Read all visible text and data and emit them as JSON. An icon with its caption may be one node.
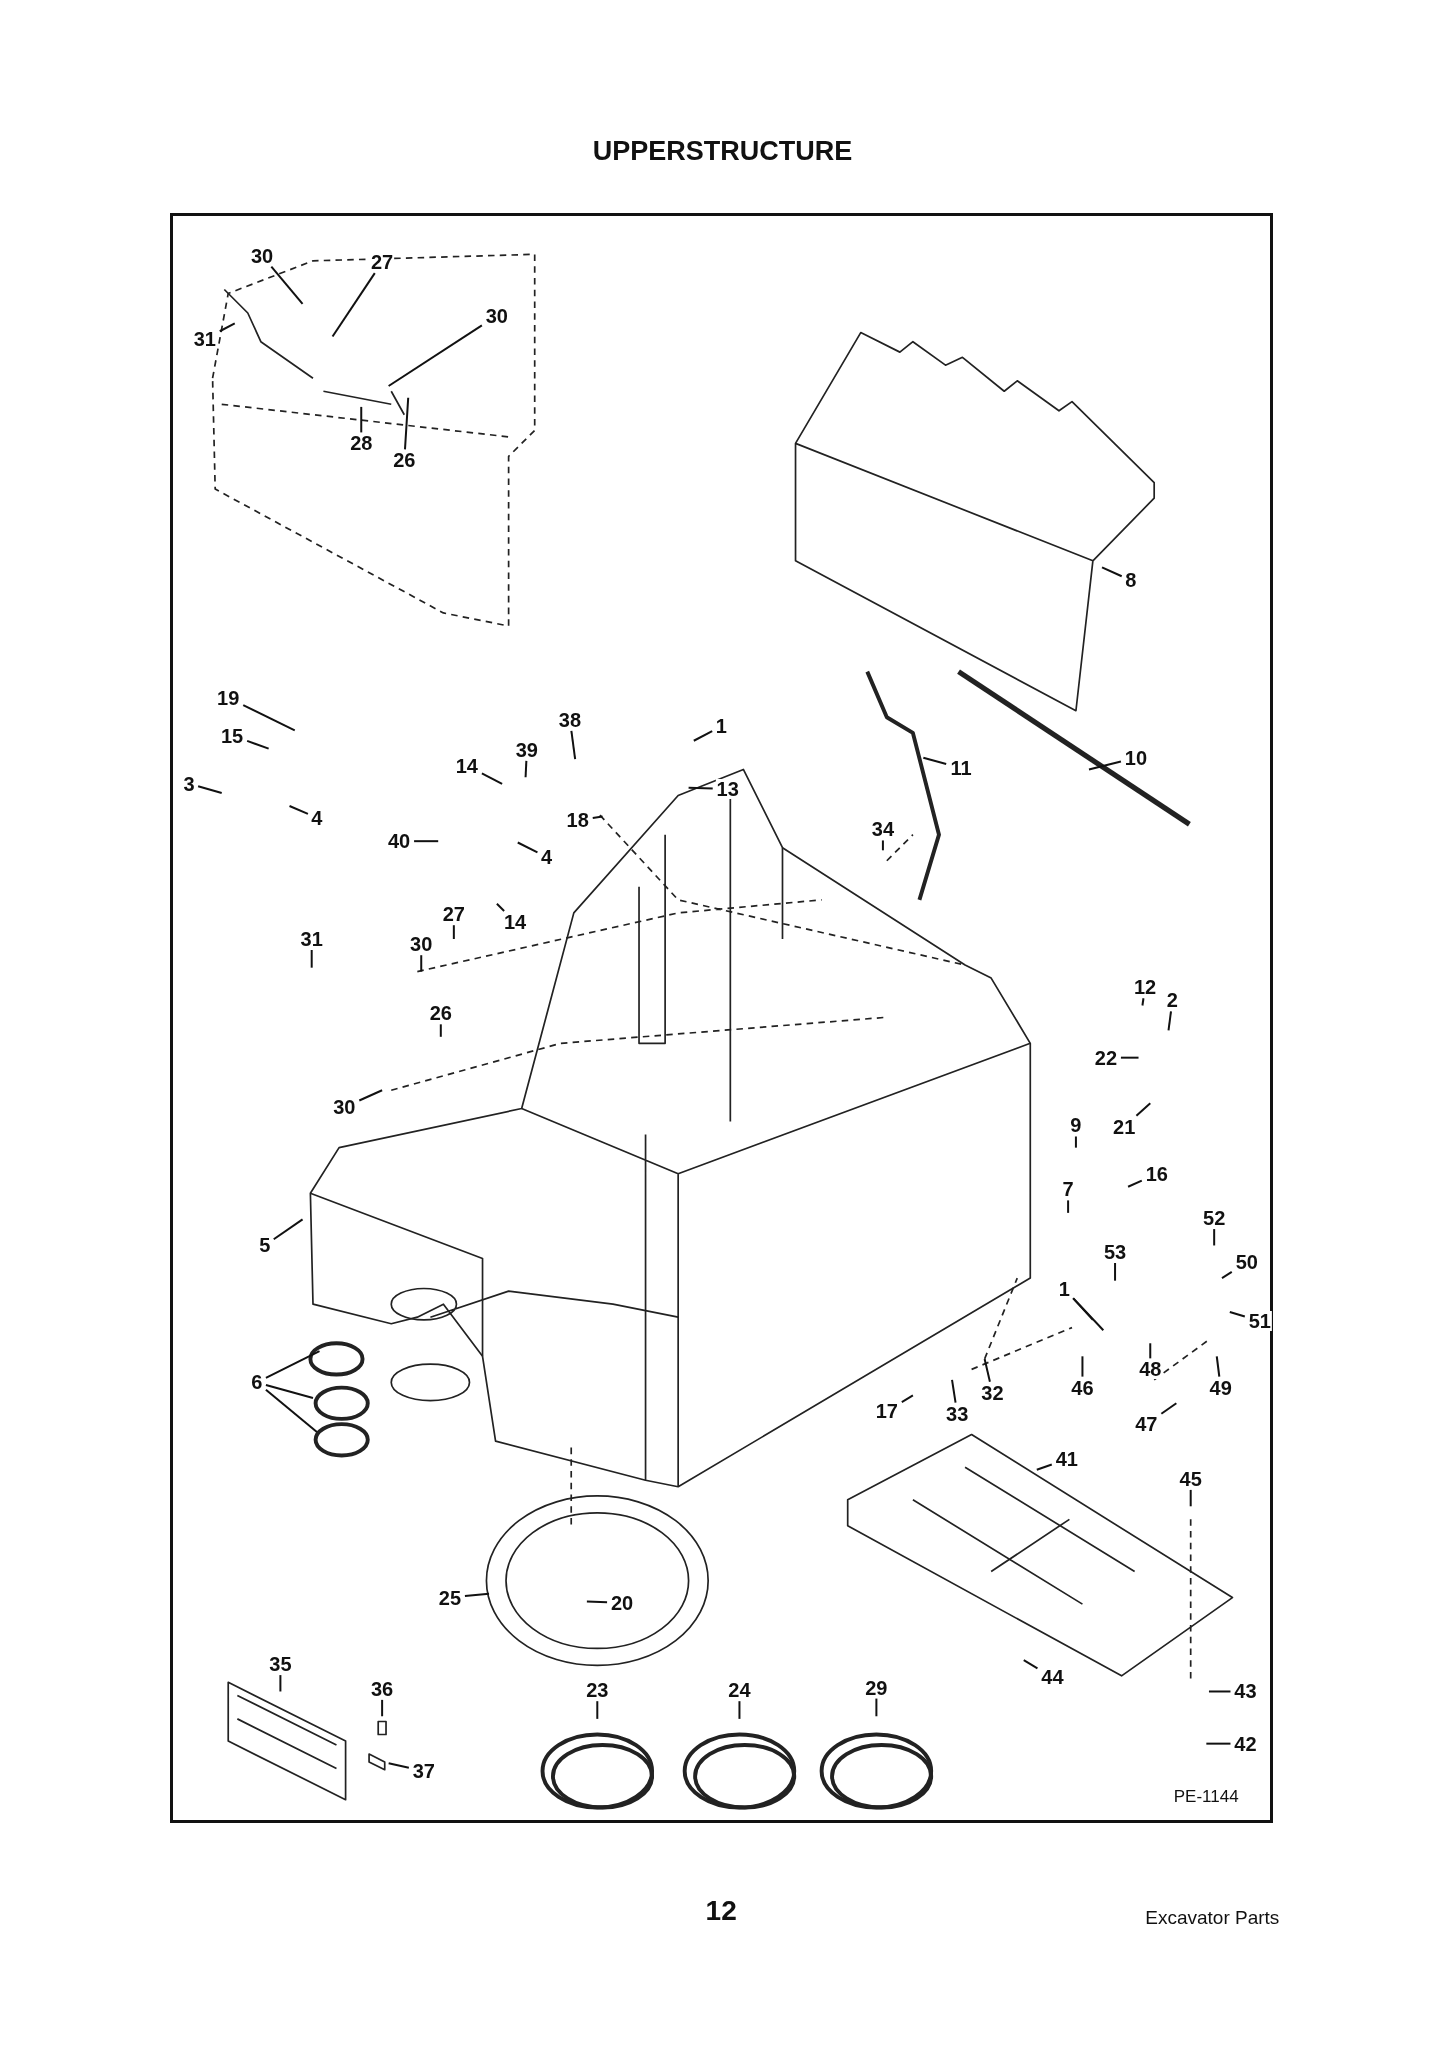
{
  "diagram": {
    "title": "UPPERSTRUCTURE",
    "nodes": [
      {
        "text": [
          "30"
        ]
      },
      {
        "text": [
          "27"
        ]
      },
      {
        "text": [
          "30"
        ]
      },
      {
        "text": [
          "31"
        ]
      },
      {
        "text": [
          "28"
        ]
      },
      {
        "text": [
          "26"
        ]
      },
      {
        "text": [
          "8"
        ]
      },
      {
        "text": [
          "19"
        ]
      },
      {
        "text": [
          "15"
        ]
      },
      {
        "text": [
          "3"
        ]
      },
      {
        "text": [
          "4"
        ]
      },
      {
        "text": [
          "38"
        ]
      },
      {
        "text": [
          "39"
        ]
      },
      {
        "text": [
          "14"
        ]
      },
      {
        "text": [
          "1"
        ]
      },
      {
        "text": [
          "13"
        ]
      },
      {
        "text": [
          "18"
        ]
      },
      {
        "text": [
          "11"
        ]
      },
      {
        "text": [
          "10"
        ]
      },
      {
        "text": [
          "34"
        ]
      },
      {
        "text": [
          "40"
        ]
      },
      {
        "text": [
          "4"
        ]
      },
      {
        "text": [
          "27"
        ]
      },
      {
        "text": [
          "14"
        ]
      },
      {
        "text": [
          "31"
        ]
      },
      {
        "text": [
          "30"
        ]
      },
      {
        "text": [
          "26"
        ]
      },
      {
        "text": [
          "30"
        ]
      },
      {
        "text": [
          "12"
        ]
      },
      {
        "text": [
          "2"
        ]
      },
      {
        "text": [
          "22"
        ]
      },
      {
        "text": [
          "9"
        ]
      },
      {
        "text": [
          "21"
        ]
      },
      {
        "text": [
          "16"
        ]
      },
      {
        "text": [
          "7"
        ]
      },
      {
        "text": [
          "52"
        ]
      },
      {
        "text": [
          "53"
        ]
      },
      {
        "text": [
          "50"
        ]
      },
      {
        "text": [
          "51"
        ]
      },
      {
        "text": [
          "1"
        ]
      },
      {
        "text": [
          "48"
        ]
      },
      {
        "text": [
          "46"
        ]
      },
      {
        "text": [
          "49"
        ]
      },
      {
        "text": [
          "17"
        ]
      },
      {
        "text": [
          "33"
        ]
      },
      {
        "text": [
          "32"
        ]
      },
      {
        "text": [
          "47"
        ]
      },
      {
        "text": [
          "5"
        ]
      },
      {
        "text": [
          "6"
        ]
      },
      {
        "text": [
          "41"
        ]
      },
      {
        "text": [
          "45"
        ]
      },
      {
        "text": [
          "25"
        ]
      },
      {
        "text": [
          "20"
        ]
      },
      {
        "text": [
          "44"
        ]
      },
      {
        "text": [
          "43"
        ]
      },
      {
        "text": [
          "42"
        ]
      },
      {
        "text": [
          "35"
        ]
      },
      {
        "text": [
          "36"
        ]
      },
      {
        "text": [
          "37"
        ]
      },
      {
        "text": [
          "23"
        ]
      },
      {
        "text": [
          "24"
        ]
      },
      {
        "text": [
          "29"
        ]
      }
    ],
    "edges": [
      {
        "from": 0,
        "to": null,
        "arrow": "none"
      },
      {
        "from": 1,
        "to": null,
        "arrow": "none"
      },
      {
        "from": 2,
        "to": null,
        "arrow": "none"
      },
      {
        "from": 3,
        "to": null,
        "arrow": "none"
      },
      {
        "from": 4,
        "to": null,
        "arrow": "none"
      },
      {
        "from": 5,
        "to": null,
        "arrow": "none"
      },
      {
        "from": 6,
        "to": null,
        "arrow": "none"
      },
      {
        "from": 7,
        "to": null,
        "arrow": "none"
      },
      {
        "from": 8,
        "to": null,
        "arrow": "none"
      },
      {
        "from": 9,
        "to": null,
        "arrow": "none"
      },
      {
        "from": 10,
        "to": null,
        "arrow": "none"
      },
      {
        "from": 11,
        "to": null,
        "arrow": "none"
      },
      {
        "from": 12,
        "to": null,
        "arrow": "none"
      },
      {
        "from": 13,
        "to": null,
        "arrow": "none"
      },
      {
        "from": 14,
        "to": null,
        "arrow": "none"
      },
      {
        "from": 15,
        "to": null,
        "arrow": "none"
      },
      {
        "from": 16,
        "to": null,
        "arrow": "none"
      },
      {
        "from": 17,
        "to": null,
        "arrow": "none"
      },
      {
        "from": 18,
        "to": null,
        "arrow": "none"
      },
      {
        "from": 19,
        "to": null,
        "arrow": "none"
      },
      {
        "from": 20,
        "to": null,
        "arrow": "none"
      },
      {
        "from": 21,
        "to": null,
        "arrow": "none"
      },
      {
        "from": 22,
        "to": null,
        "arrow": "none"
      },
      {
        "from": 23,
        "to": null,
        "arrow": "none"
      },
      {
        "from": 24,
        "to": null,
        "arrow": "none"
      },
      {
        "from": 25,
        "to": null,
        "arrow": "none"
      },
      {
        "from": 26,
        "to": null,
        "arrow": "none"
      },
      {
        "from": 27,
        "to": null,
        "arrow": "none"
      },
      {
        "from": 28,
        "to": null,
        "arrow": "none"
      },
      {
        "from": 29,
        "to": null,
        "arrow": "none"
      },
      {
        "from": 30,
        "to": null,
        "arrow": "none"
      },
      {
        "from": 31,
        "to": null,
        "arrow": "none"
      },
      {
        "from": 32,
        "to": null,
        "arrow": "none"
      },
      {
        "from": 33,
        "to": null,
        "arrow": "none"
      },
      {
        "from": 34,
        "to": null,
        "arrow": "none"
      },
      {
        "from": 35,
        "to": null,
        "arrow": "none"
      },
      {
        "from": 36,
        "to": null,
        "arrow": "none"
      },
      {
        "from": 37,
        "to": null,
        "arrow": "none"
      },
      {
        "from": 38,
        "to": null,
        "arrow": "none"
      },
      {
        "from": 39,
        "to": null,
        "arrow": "none"
      },
      {
        "from": 39,
        "to": null,
        "arrow": "none"
      },
      {
        "from": 40,
        "to": null,
        "arrow": "none"
      },
      {
        "from": 41,
        "to": null,
        "arrow": "none"
      },
      {
        "from": 42,
        "to": null,
        "arrow": "none"
      },
      {
        "from": 43,
        "to": null,
        "arrow": "none"
      },
      {
        "from": 44,
        "to": null,
        "arrow": "none"
      },
      {
        "from": 45,
        "to": null,
        "arrow": "none"
      },
      {
        "from": 46,
        "to": null,
        "arrow": "none"
      },
      {
        "from": 47,
        "to": null,
        "arrow": "none"
      },
      {
        "from": 48,
        "to": null,
        "arrow": "none"
      },
      {
        "from": 48,
        "to": null,
        "arrow": "none"
      },
      {
        "from": 48,
        "to": null,
        "arrow": "none"
      },
      {
        "from": 49,
        "to": null,
        "arrow": "none"
      },
      {
        "from": 50,
        "to": null,
        "arrow": "none"
      },
      {
        "from": 51,
        "to": null,
        "arrow": "none"
      },
      {
        "from": 52,
        "to": null,
        "arrow": "none"
      },
      {
        "from": 53,
        "to": null,
        "arrow": "none"
      },
      {
        "from": 54,
        "to": null,
        "arrow": "none"
      },
      {
        "from": 55,
        "to": null,
        "arrow": "none"
      },
      {
        "from": 56,
        "to": null,
        "arrow": "none"
      },
      {
        "from": 57,
        "to": null,
        "arrow": "none"
      },
      {
        "from": 58,
        "to": null,
        "arrow": "none"
      },
      {
        "from": 59,
        "to": null,
        "arrow": "none"
      },
      {
        "from": 60,
        "to": null,
        "arrow": "none"
      },
      {
        "from": 61,
        "to": null,
        "arrow": "none"
      }
    ],
    "labels": [
      "PE-1144",
      "12",
      "Excavator Parts"
    ]
  }
}
